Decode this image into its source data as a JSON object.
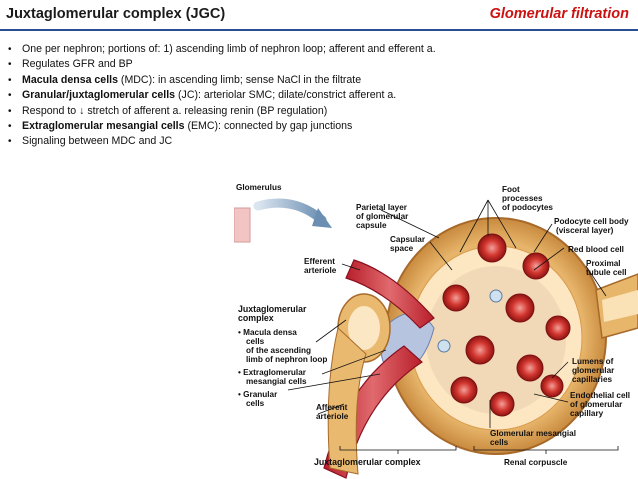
{
  "header": {
    "title": "Juxtaglomerular complex (JGC)",
    "section": "Glomerular filtration"
  },
  "bullets": [
    {
      "bold": "",
      "rest": "One per nephron; portions of: 1) ascending limb of nephron loop; afferent and efferent a."
    },
    {
      "bold": "",
      "rest": "Regulates GFR and BP"
    },
    {
      "bold": "Macula densa cells",
      "rest": " (MDC): in ascending limb; sense NaCl in the filtrate"
    },
    {
      "bold": "Granular/juxtaglomerular cells",
      "rest": " (JC): arteriolar SMC; dilate/constrict afferent a."
    },
    {
      "bold": "",
      "rest": "Respond to ↓ stretch of afferent a. releasing renin (BP regulation)"
    },
    {
      "bold": "Extraglomerular mesangial cells",
      "rest": " (EMC): connected by gap junctions"
    },
    {
      "bold": "",
      "rest": "Signaling between MDC and JC"
    }
  ],
  "figure": {
    "glomerulus": "Glomerulus",
    "parietal": [
      "Parietal layer",
      "of glomerular",
      "capsule"
    ],
    "capsular": [
      "Capsular",
      "space"
    ],
    "efferent": [
      "Efferent",
      "arteriole"
    ],
    "foot": [
      "Foot",
      "processes",
      "of podocytes"
    ],
    "podocyte": [
      "Podocyte cell body",
      "(visceral layer)"
    ],
    "rbc": "Red blood cell",
    "proximal": [
      "Proximal",
      "tubule cell"
    ],
    "jgc_title": [
      "Juxtaglomerular",
      "complex"
    ],
    "macula": [
      "• Macula densa",
      "cells",
      "of the ascending",
      "limb of nephron loop"
    ],
    "extraglom": [
      "• Extraglomerular",
      "mesangial cells"
    ],
    "granular": [
      "• Granular",
      "cells"
    ],
    "afferent": [
      "Afferent",
      "arteriole"
    ],
    "lumens": [
      "Lumens of",
      "glomerular",
      "capillaries"
    ],
    "endothelial": [
      "Endothelial cell",
      "of glomerular",
      "capillary"
    ],
    "mesangial": [
      "Glomerular mesangial",
      "cells"
    ],
    "bottom_jgc": "Juxtaglomerular complex",
    "bottom_renal": "Renal corpuscle"
  }
}
